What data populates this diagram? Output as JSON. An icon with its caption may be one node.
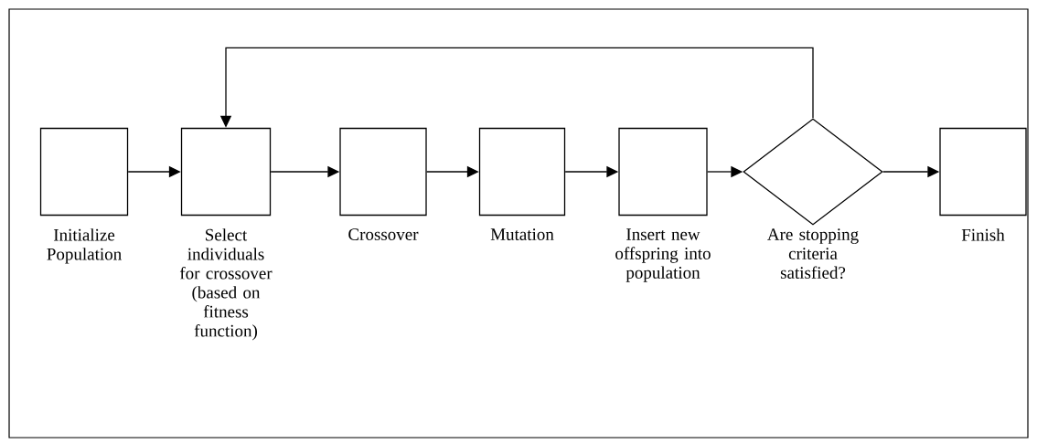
{
  "diagram": {
    "nodes": [
      {
        "text": [],
        "shape": "box",
        "beside": [
          "Initialize Population"
        ]
      },
      {
        "text": [],
        "shape": "box",
        "beside": [
          "Select individuals for crossover (based on fitness function)"
        ]
      },
      {
        "text": [],
        "shape": "box",
        "beside": [
          "Crossover"
        ]
      },
      {
        "text": [],
        "shape": "box",
        "beside": [
          "Mutation"
        ]
      },
      {
        "text": [],
        "shape": "box",
        "beside": [
          "Insert new offspring into population"
        ]
      },
      {
        "text": [],
        "shape": "diamond",
        "beside": [
          "Are stopping criteria satisfied?"
        ]
      },
      {
        "text": [],
        "shape": "box",
        "beside": [
          "Finish"
        ]
      }
    ],
    "edges": [
      {
        "from": 0,
        "to": 1,
        "arrow": "to"
      },
      {
        "from": 1,
        "to": 2,
        "arrow": "to"
      },
      {
        "from": 2,
        "to": 3,
        "arrow": "to"
      },
      {
        "from": 3,
        "to": 4,
        "arrow": "to"
      },
      {
        "from": 4,
        "to": 5,
        "arrow": "to"
      },
      {
        "from": 5,
        "to": 6,
        "arrow": "to"
      },
      {
        "from": 5,
        "to": 1,
        "arrow": "to"
      }
    ]
  }
}
